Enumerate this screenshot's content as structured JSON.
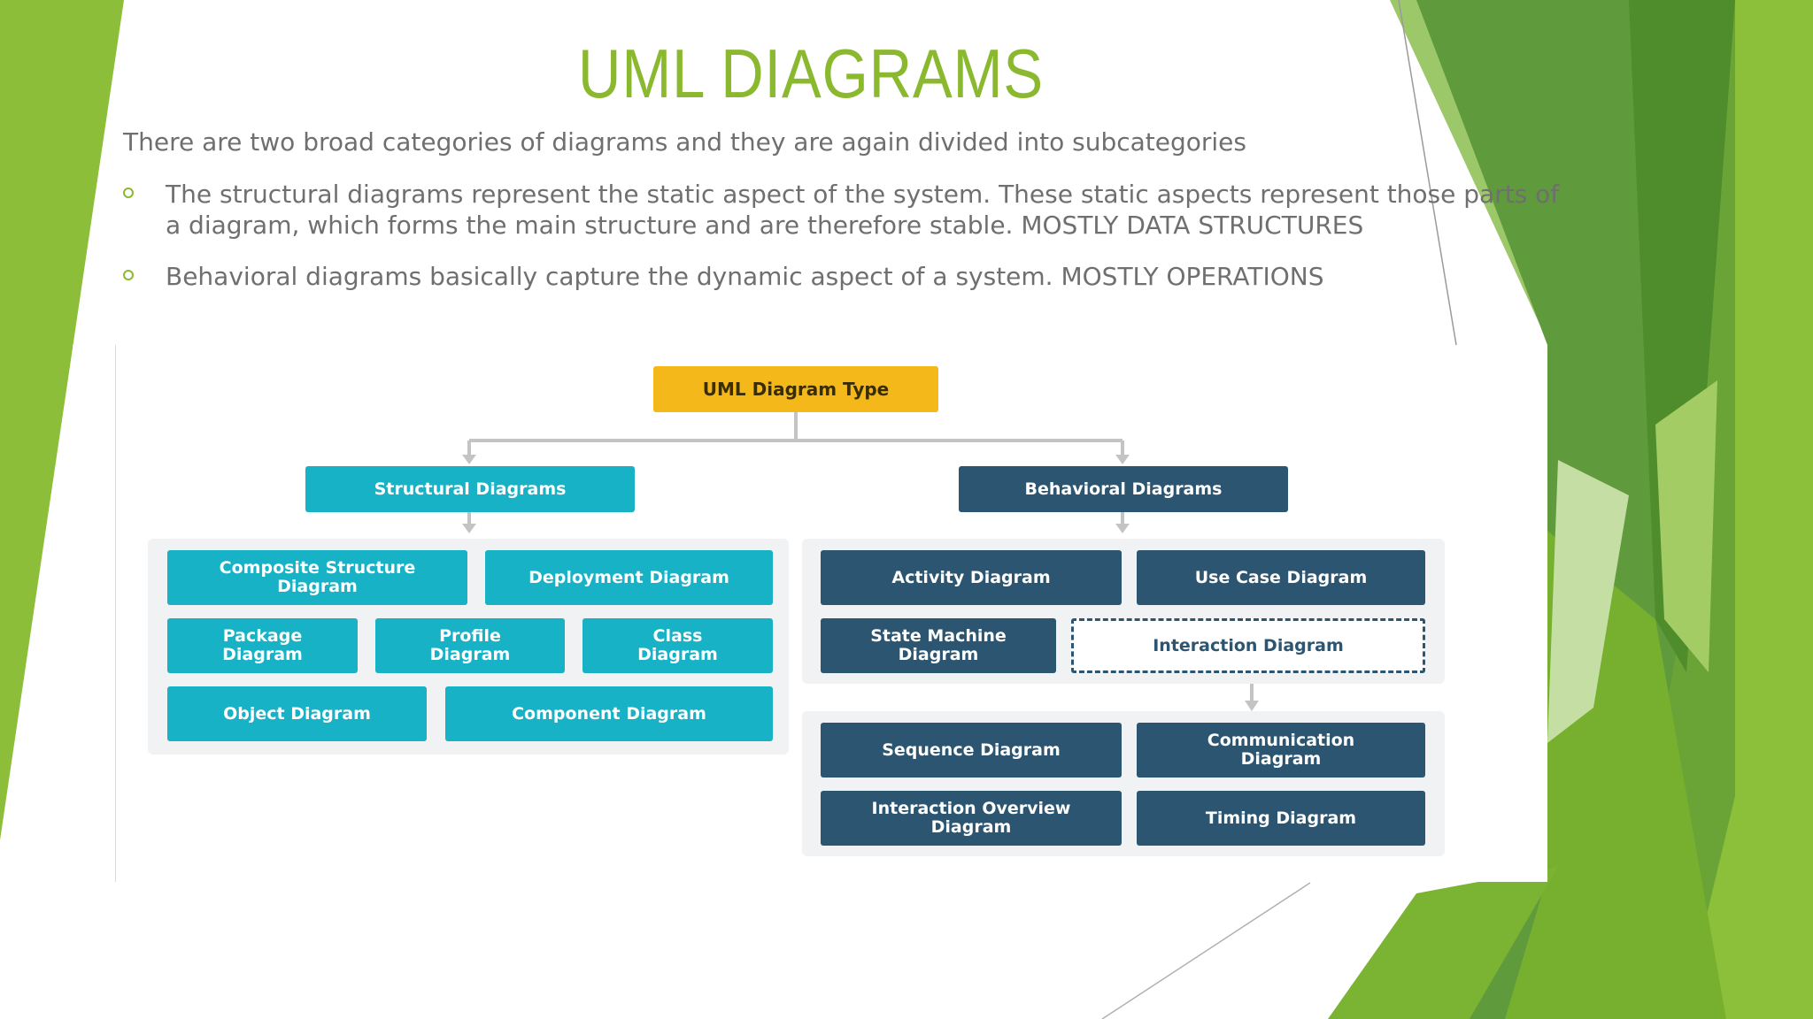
{
  "slide": {
    "title": "UML DIAGRAMS",
    "intro": "There are two broad categories of diagrams and they are again divided into subcategories",
    "bullets": [
      {
        "line1": "The structural diagrams represent the static aspect of the system. These static aspects represent those parts of",
        "line2": "a diagram, which forms the main structure and are therefore stable. MOSTLY  DATA STRUCTURES"
      },
      {
        "line1": "Behavioral diagrams basically capture the dynamic aspect of a system. MOSTLY OPERATIONS"
      }
    ],
    "colors": {
      "accent": "#8ab82e",
      "teal": "#17b2c6",
      "navy": "#2b5570",
      "gold": "#f5b81b"
    }
  },
  "diagram": {
    "root": "UML Diagram Type",
    "structural": {
      "label": "Structural Diagrams",
      "children": [
        "Composite Structure Diagram",
        "Deployment Diagram",
        "Package Diagram",
        "Profile Diagram",
        "Class Diagram",
        "Object Diagram",
        "Component Diagram"
      ]
    },
    "behavioral": {
      "label": "Behavioral Diagrams",
      "children": [
        "Activity Diagram",
        "Use Case Diagram",
        "State Machine Diagram",
        "Interaction Diagram"
      ],
      "interaction_children": [
        "Sequence Diagram",
        "Communication Diagram",
        "Interaction Overview Diagram",
        "Timing Diagram"
      ]
    }
  }
}
